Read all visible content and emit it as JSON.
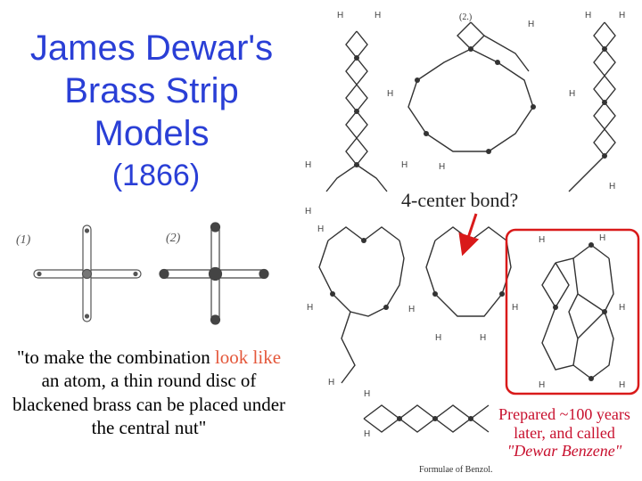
{
  "title": {
    "lines": [
      "James Dewar's",
      "Brass Strip",
      "Models"
    ],
    "year": "(1866)"
  },
  "models": {
    "label_1": "(1)",
    "label_2": "(2)"
  },
  "quote": {
    "part1": "\"to make the combination ",
    "highlight": "look like",
    "part2": " an atom, a thin round disc of blackened brass can be placed under the central nut\""
  },
  "structures": {
    "bond_question": "4-center bond?",
    "figure_label": "(2.)",
    "formulae_label": "Formulae of Benzol.",
    "atom_label": "H"
  },
  "dewar": {
    "line1": "Prepared ~100 years",
    "line2": "later, and called",
    "line3": "\"Dewar Benzene\""
  },
  "colors": {
    "title": "#2a3fd6",
    "highlight": "#e4573a",
    "box": "#d91a1a",
    "arrow": "#d91a1a"
  }
}
